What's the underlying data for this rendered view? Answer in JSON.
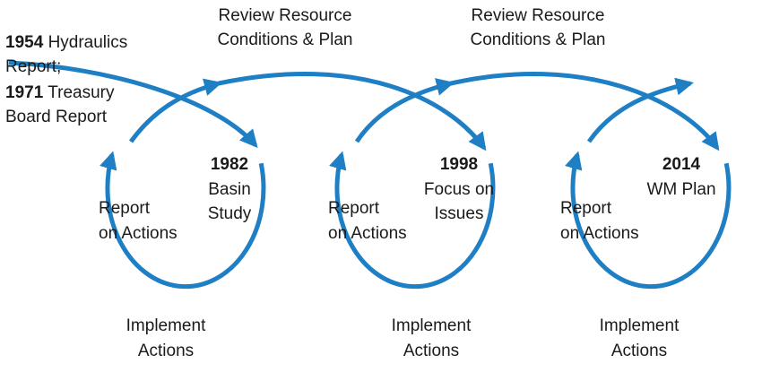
{
  "colors": {
    "arrow": "#1f7fc4",
    "text": "#1a1a1a",
    "background": "#ffffff"
  },
  "intro": {
    "year1": "1954",
    "text1a": "Hydraulics",
    "text1b": "Report;",
    "year2": "1971",
    "text2a": "Treasury",
    "text2b": "Board Report"
  },
  "review": [
    {
      "line1": "Review Resource",
      "line2": "Conditions & Plan"
    },
    {
      "line1": "Review Resource",
      "line2": "Conditions & Plan"
    }
  ],
  "cycles": [
    {
      "year": "1982",
      "line1": "Basin",
      "line2": "Study",
      "report1": "Report",
      "report2": "on Actions",
      "implement1": "Implement",
      "implement2": "Actions"
    },
    {
      "year": "1998",
      "line1": "Focus on",
      "line2": "Issues",
      "report1": "Report",
      "report2": "on Actions",
      "implement1": "Implement",
      "implement2": "Actions"
    },
    {
      "year": "2014",
      "line1": "WM Plan",
      "line2": "",
      "report1": "Report",
      "report2": "on Actions",
      "implement1": "Implement",
      "implement2": "Actions"
    }
  ]
}
